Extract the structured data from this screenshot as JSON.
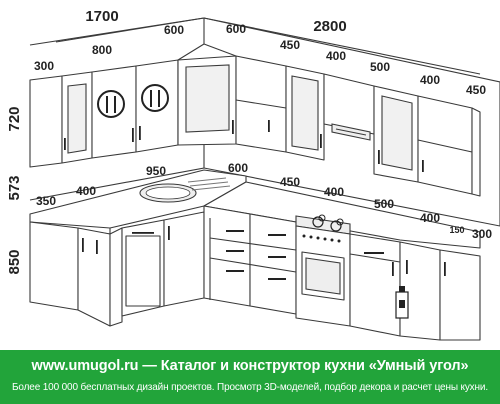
{
  "dimensions": {
    "overall_left": "1700",
    "overall_right": "2800",
    "upper_left_1": "300",
    "upper_left_2": "800",
    "upper_left_corner": "600",
    "upper_right_corner": "600",
    "upper_right_1": "450",
    "upper_right_2": "400",
    "upper_right_3": "500",
    "upper_right_4": "400",
    "upper_right_5": "450",
    "height_upper": "720",
    "height_gap": "573",
    "height_base": "850",
    "base_left_1": "350",
    "base_left_2": "400",
    "base_left_sink": "950",
    "base_right_corner": "600",
    "base_right_1": "450",
    "base_right_2": "400",
    "base_right_3": "500",
    "base_right_4": "400",
    "base_right_5": "150",
    "base_right_6": "300"
  },
  "banner": {
    "title": "www.umugol.ru — Каталог и конструктор кухни «Умный угол»",
    "subtitle": "Более 100 000 бесплатных дизайн проектов. Просмотр 3D-моделей, подбор декора и расчет цены кухни."
  },
  "colors": {
    "banner_bg": "#22a43a",
    "banner_text": "#ffffff",
    "line": "#3a3a3a"
  }
}
